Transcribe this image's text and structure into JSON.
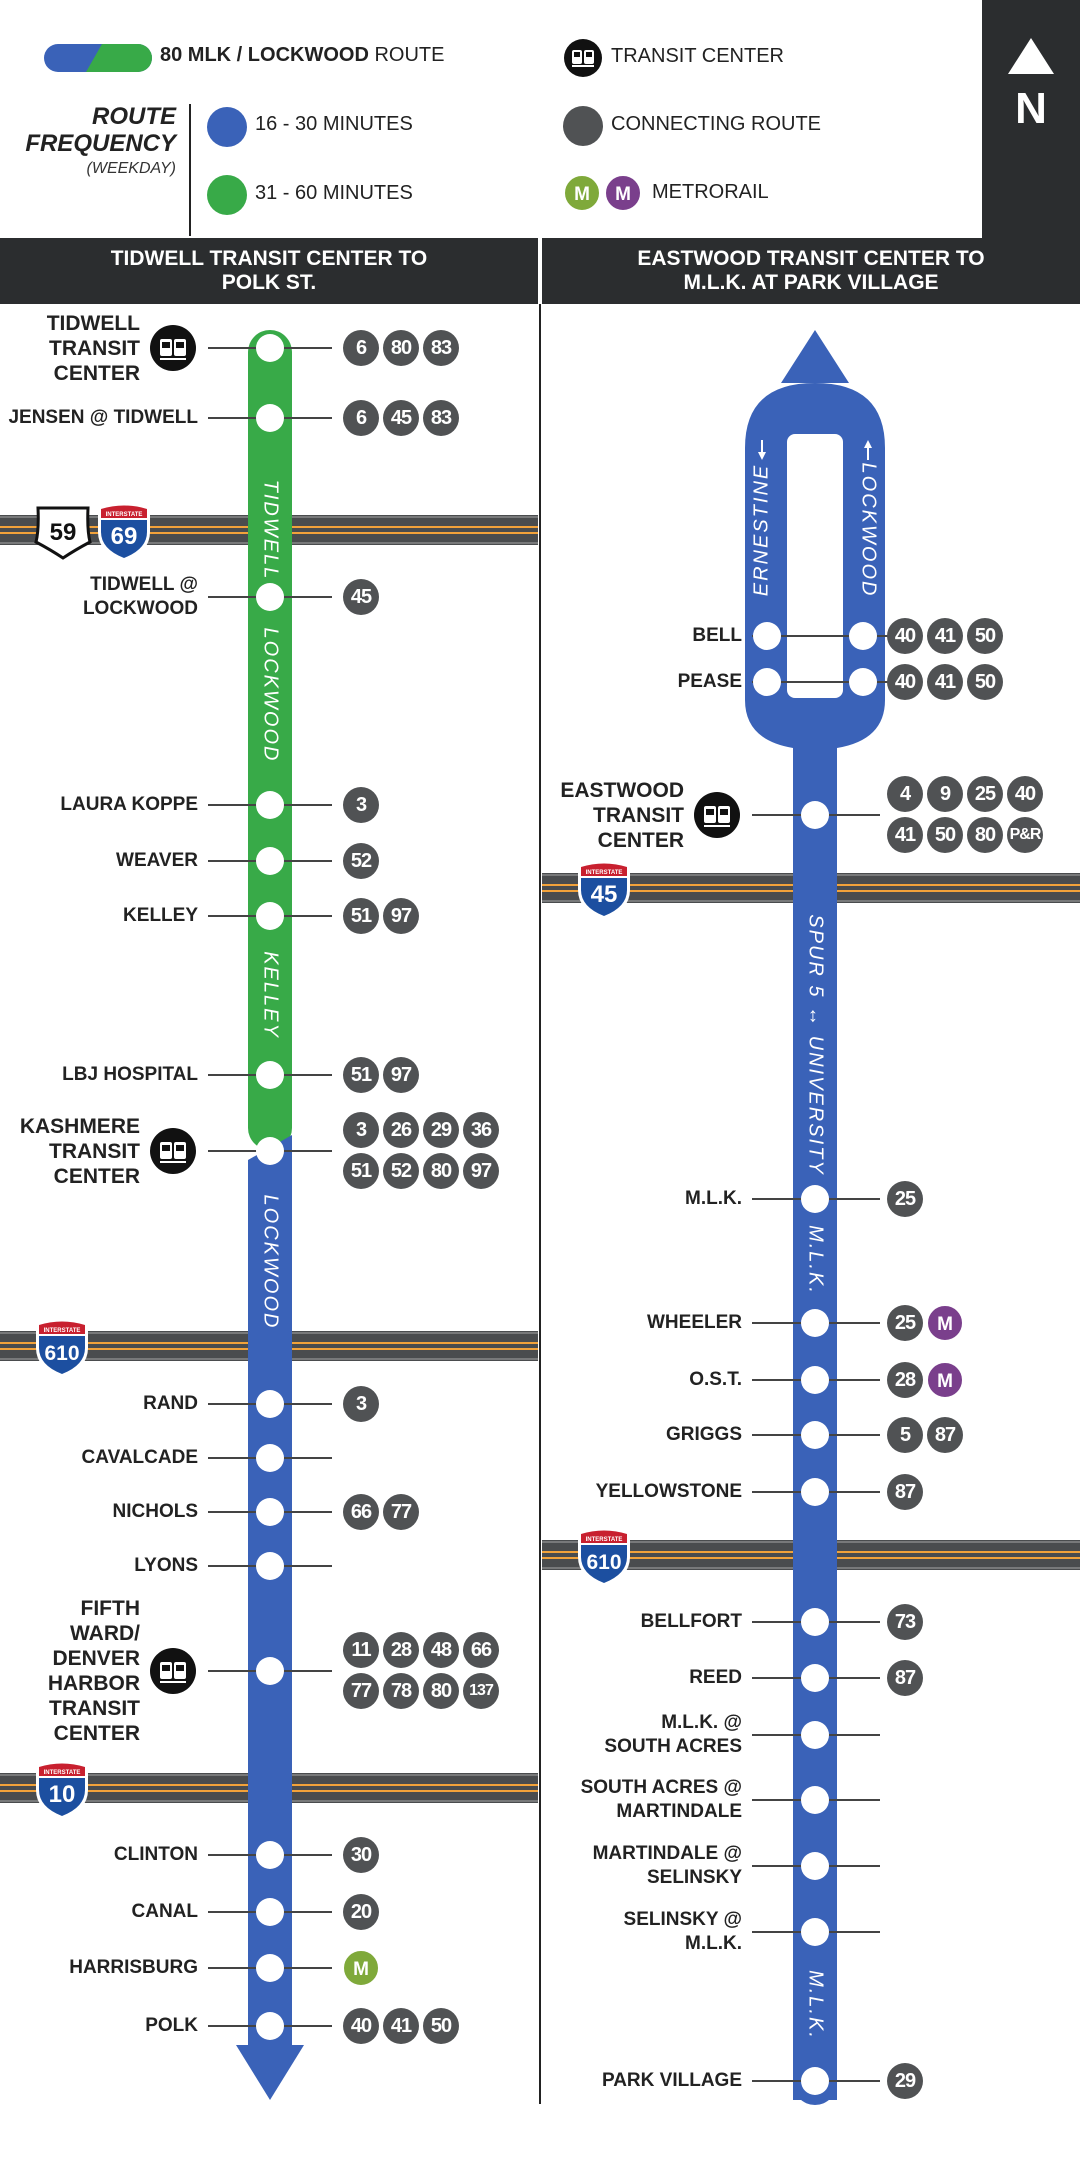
{
  "legend": {
    "route_name": "80 MLK / LOCKWOOD",
    "route_suffix": "ROUTE",
    "frequency_title_1": "ROUTE",
    "frequency_title_2": "FREQUENCY",
    "frequency_sub": "(WEEKDAY)",
    "freq_high": "16 - 30 MINUTES",
    "freq_low": "31 - 60 MINUTES",
    "transit_center": "TRANSIT CENTER",
    "connecting_route": "CONNECTING ROUTE",
    "metrorail": "METRORAIL",
    "north": "N",
    "colors": {
      "blue": "#3a62b8",
      "green": "#38aa48",
      "dark": "#2b2d2f",
      "gray": "#505254",
      "rail_green": "#7fa93a",
      "rail_purple": "#7a3f8c"
    }
  },
  "left": {
    "header_1": "TIDWELL TRANSIT CENTER TO",
    "header_2": "POLK ST.",
    "street_labels": [
      "TIDWELL",
      "LOCKWOOD",
      "KELLEY",
      "LOCKWOOD"
    ],
    "stops": [
      {
        "name": "TIDWELL\nTRANSIT\nCENTER",
        "routes": [
          "6",
          "80",
          "83"
        ]
      },
      {
        "name": "JENSEN @ TIDWELL",
        "routes": [
          "6",
          "45",
          "83"
        ]
      },
      {
        "name": "TIDWELL @\nLOCKWOOD",
        "routes": [
          "45"
        ]
      },
      {
        "name": "LAURA KOPPE",
        "routes": [
          "3"
        ]
      },
      {
        "name": "WEAVER",
        "routes": [
          "52"
        ]
      },
      {
        "name": "KELLEY",
        "routes": [
          "51",
          "97"
        ]
      },
      {
        "name": "LBJ HOSPITAL",
        "routes": [
          "51",
          "97"
        ]
      },
      {
        "name": "KASHMERE\nTRANSIT\nCENTER",
        "routes": [
          "3",
          "26",
          "29",
          "36",
          "51",
          "52",
          "80",
          "97"
        ]
      },
      {
        "name": "RAND",
        "routes": [
          "3"
        ]
      },
      {
        "name": "CAVALCADE",
        "routes": []
      },
      {
        "name": "NICHOLS",
        "routes": [
          "66",
          "77"
        ]
      },
      {
        "name": "LYONS",
        "routes": []
      },
      {
        "name": "FIFTH\nWARD/\nDENVER\nHARBOR\nTRANSIT\nCENTER",
        "routes": [
          "11",
          "28",
          "48",
          "66",
          "77",
          "78",
          "80",
          "137"
        ]
      },
      {
        "name": "CLINTON",
        "routes": [
          "30"
        ]
      },
      {
        "name": "CANAL",
        "routes": [
          "20"
        ]
      },
      {
        "name": "HARRISBURG",
        "routes": [],
        "rail": "green"
      },
      {
        "name": "POLK",
        "routes": [
          "40",
          "41",
          "50"
        ]
      }
    ],
    "highways": [
      [
        "59",
        "69"
      ],
      [
        "610"
      ],
      [
        "10"
      ]
    ]
  },
  "right": {
    "header_1": "EASTWOOD TRANSIT CENTER TO",
    "header_2": "M.L.K. AT PARK VILLAGE",
    "street_labels": [
      "ERNESTINE",
      "LOCKWOOD",
      "SPUR 5 ↔ UNIVERSITY",
      "M.L.K.",
      "M.L.K."
    ],
    "stops": [
      {
        "name": "BELL",
        "routes": [
          "40",
          "41",
          "50"
        ]
      },
      {
        "name": "PEASE",
        "routes": [
          "40",
          "41",
          "50"
        ]
      },
      {
        "name": "EASTWOOD\nTRANSIT\nCENTER",
        "routes": [
          "4",
          "9",
          "25",
          "40",
          "41",
          "50",
          "80",
          "P&R"
        ]
      },
      {
        "name": "M.L.K.",
        "routes": [
          "25"
        ]
      },
      {
        "name": "WHEELER",
        "routes": [
          "25"
        ],
        "rail": "purple"
      },
      {
        "name": "O.S.T.",
        "routes": [
          "28"
        ],
        "rail": "purple"
      },
      {
        "name": "GRIGGS",
        "routes": [
          "5",
          "87"
        ]
      },
      {
        "name": "YELLOWSTONE",
        "routes": [
          "87"
        ]
      },
      {
        "name": "BELLFORT",
        "routes": [
          "73"
        ]
      },
      {
        "name": "REED",
        "routes": [
          "87"
        ]
      },
      {
        "name": "M.L.K. @\nSOUTH ACRES",
        "routes": []
      },
      {
        "name": "SOUTH ACRES @\nMARTINDALE",
        "routes": []
      },
      {
        "name": "MARTINDALE @\nSELINSKY",
        "routes": []
      },
      {
        "name": "SELINSKY @\nM.L.K.",
        "routes": []
      },
      {
        "name": "PARK VILLAGE",
        "routes": [
          "29"
        ]
      }
    ],
    "highways": [
      [
        "45"
      ],
      [
        "610"
      ]
    ]
  },
  "shield_text": {
    "interstate": "INTERSTATE",
    "rail": "M"
  }
}
